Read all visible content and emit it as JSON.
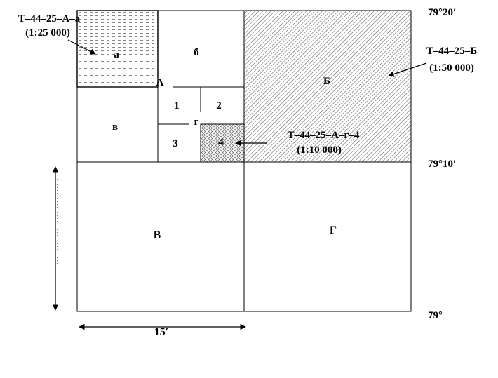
{
  "labels": {
    "sheet_A": "А",
    "sheet_B": "Б",
    "sheet_V": "В",
    "sheet_G": "Г",
    "sub_a": "а",
    "sub_b": "б",
    "sub_v": "в",
    "sub_g": "г",
    "q1": "1",
    "q2": "2",
    "q3": "3",
    "q4": "4"
  },
  "annotations": {
    "nom_a": "Т–44–25–А–а",
    "scale_a": "(1:25 000)",
    "nom_B": "Т–44–25–Б",
    "scale_B": "(1:50 000)",
    "nom_g4": "Т–44–25–А–г–4",
    "scale_g4": "(1:10 000)"
  },
  "latitudes": {
    "top": "79°20′",
    "mid": "79°10′",
    "bottom": "79°"
  },
  "width_label": "15′"
}
